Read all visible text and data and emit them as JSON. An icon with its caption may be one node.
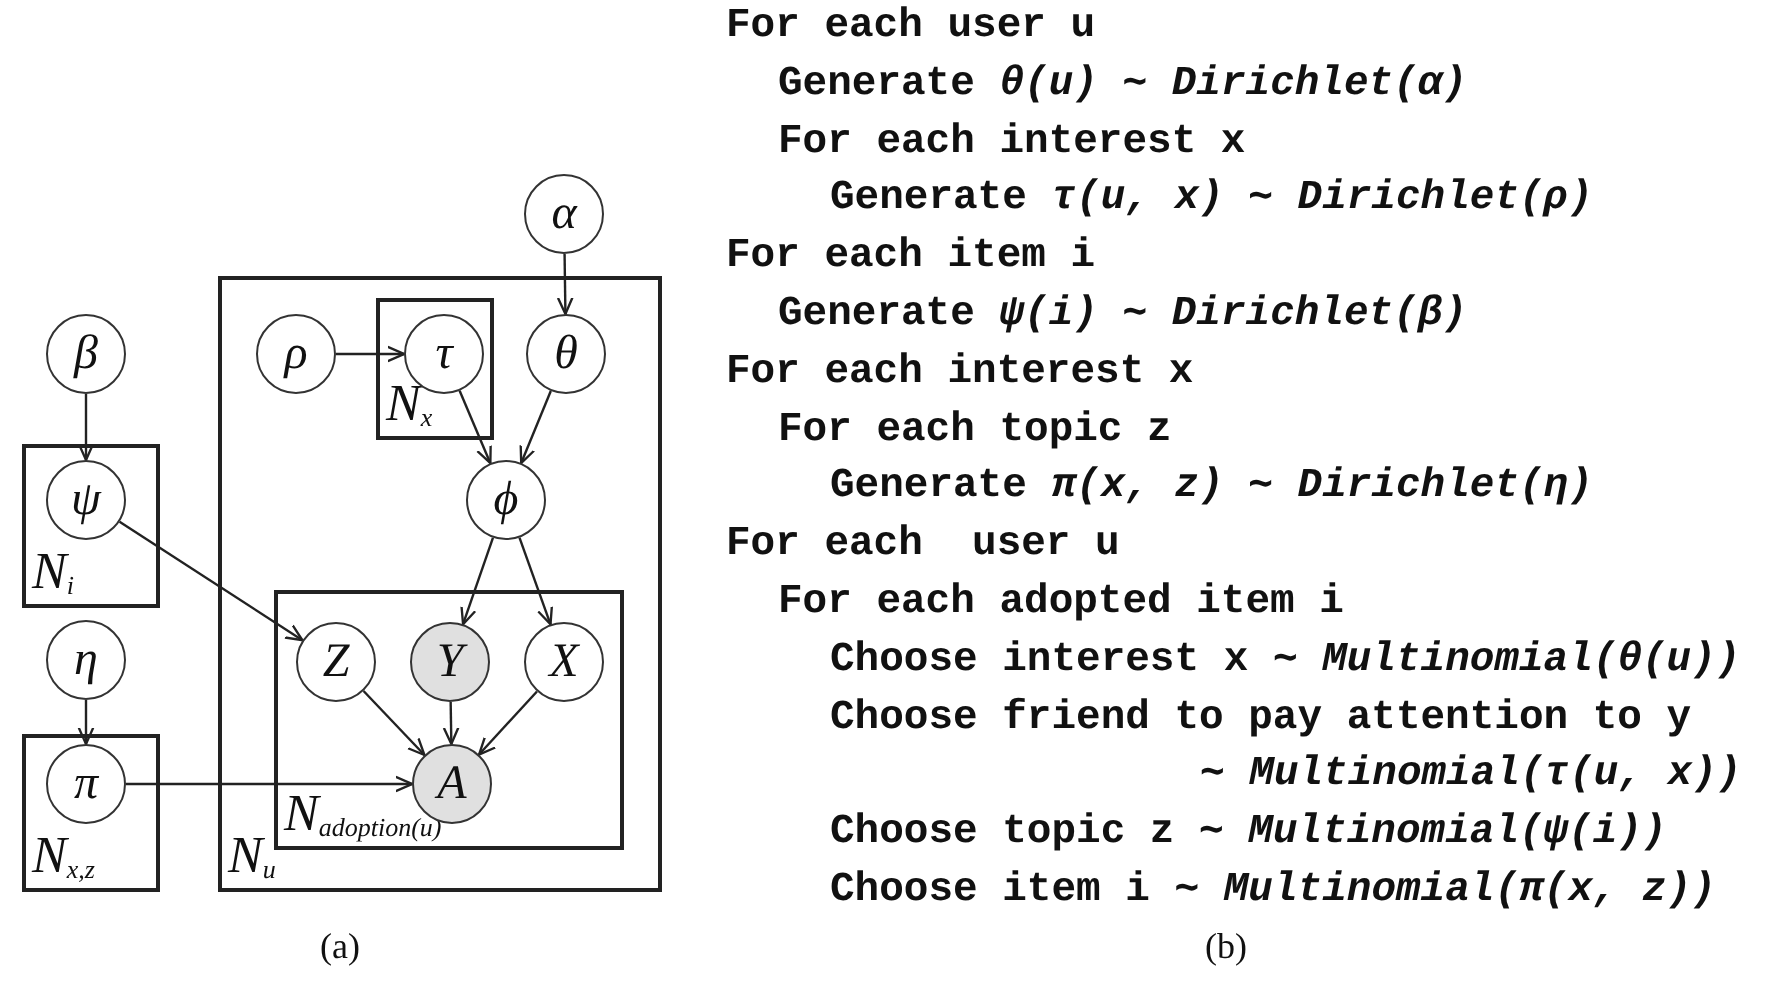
{
  "diagram": {
    "nodes": [
      {
        "text": [
          "α"
        ]
      },
      {
        "text": [
          "N$_{u}$"
        ]
      },
      {
        "text": [
          "ρ"
        ],
        "in": 1
      },
      {
        "text": [
          "N$_{x}$"
        ],
        "in": 1
      },
      {
        "text": [
          "τ"
        ],
        "in": 3
      },
      {
        "text": [
          "θ"
        ],
        "in": 1
      },
      {
        "text": [
          "β"
        ]
      },
      {
        "text": [
          "N$_{i}$"
        ]
      },
      {
        "text": [
          "ψ"
        ],
        "in": 7
      },
      {
        "text": [
          "ϕ"
        ],
        "in": 1
      },
      {
        "text": [
          "N$_{adoption(u)}$"
        ],
        "in": 1
      },
      {
        "text": [
          "Z"
        ],
        "in": 10
      },
      {
        "text": [
          "Y"
        ],
        "in": 10
      },
      {
        "text": [
          "X"
        ],
        "in": 10
      },
      {
        "text": [
          "η"
        ]
      },
      {
        "text": [
          "N$_{x,z}$"
        ]
      },
      {
        "text": [
          "π"
        ],
        "in": 15
      },
      {
        "text": [
          "A"
        ],
        "in": 10
      }
    ],
    "edges": [
      {
        "from": 0,
        "to": 5,
        "arrow": "to"
      },
      {
        "from": 2,
        "to": 4,
        "arrow": "to"
      },
      {
        "from": 4,
        "to": 9,
        "arrow": "to"
      },
      {
        "from": 5,
        "to": 9,
        "arrow": "to"
      },
      {
        "from": 6,
        "to": 8,
        "arrow": "to"
      },
      {
        "from": 8,
        "to": 11,
        "arrow": "to"
      },
      {
        "from": 9,
        "to": 12,
        "arrow": "to"
      },
      {
        "from": 9,
        "to": 13,
        "arrow": "to"
      },
      {
        "from": 11,
        "to": 17,
        "arrow": "to"
      },
      {
        "from": 12,
        "to": 17,
        "arrow": "to"
      },
      {
        "from": 13,
        "to": 17,
        "arrow": "to"
      },
      {
        "from": 14,
        "to": 16,
        "arrow": "to"
      },
      {
        "from": 16,
        "to": 17,
        "arrow": "to"
      }
    ],
    "labels": [
      "For each user u",
      "Generate *θ(u) ∼ Dirichlet(α)*",
      "For each interest x",
      "Generate *τ(u, x) ∼ Dirichlet(ρ)*",
      "For each item i",
      "Generate *ψ(i) ∼ Dirichlet(β)*",
      "For each interest x",
      "For each topic z",
      "Generate *π(x, z) ∼ Dirichlet(η)*",
      "For each  user u",
      "For each adopted item i",
      "Choose interest x *∼ Multinomial(θ(u))*",
      "Choose friend to pay attention to y",
      "*∼ Multinomial(τ(u, x))*",
      "Choose topic z *∼ Multinomial(ψ(i))*",
      "Choose item i *∼ Multinomial(π(x, z))*",
      "(a)",
      "(b)"
    ]
  }
}
